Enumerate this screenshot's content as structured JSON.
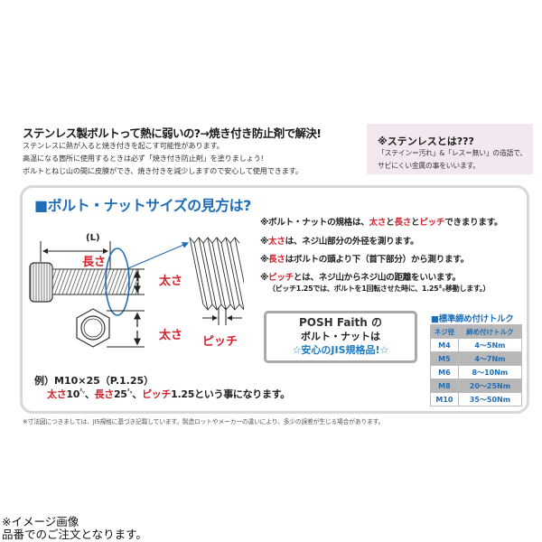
{
  "intro": {
    "title": "ステンレス製ボルトって熱に弱いの?→焼き付き防止剤で解決!",
    "lines": [
      "ステンレスに熱が入ると焼き付きを起こす可能性があります。",
      "高温になる箇所に使用するときは必ず「焼き付き防止剤」を塗りましょう!",
      "ボルトとねじ山の間に皮膜ができ、焼き付きを減少しますので安心して使用できます。"
    ]
  },
  "stainless_box": {
    "title": "※ステンレスとは???",
    "lines": [
      "「ステイン＝汚れ」&「レス＝無い」の造語で、",
      "サビにくい金属の事をいいます。"
    ]
  },
  "section": {
    "title": "■ボルト・ナットサイズの見方は?",
    "specs": [
      {
        "prefix": "※ボルト・ナットの規格は、",
        "r1": "太さ",
        "m1": "と",
        "r2": "長さ",
        "m2": "と",
        "r3": "ピッチ",
        "suffix": "できまります。"
      },
      {
        "prefix": "※",
        "r1": "太さ",
        "suffix": "は、ネジ山部分の外径を測ります。"
      },
      {
        "prefix": "※",
        "r1": "長さ",
        "suffix": "はボルトの頭より下（首下部分）から測ります。"
      },
      {
        "prefix": "※",
        "r1": "ピッチ",
        "suffix": "とは、ネジ山からネジ山の距離をいいます。"
      }
    ],
    "spec_note": "（ピッチ1.25では、ボルトを1回転させた時に、1.25㍉移動します。）"
  },
  "diagram": {
    "length_label": "(L)",
    "length_word": "長さ",
    "thickness_bolt": "太さ",
    "thickness_nut": "太さ",
    "pitch_label": "ピッチ",
    "colors": {
      "red": "#d3232d",
      "blue": "#1f6db5",
      "line": "#333333"
    }
  },
  "posh": {
    "line1": "POSH Faith の",
    "line2": "ボルト・ナットは",
    "line3": "☆安心のJIS規格品!☆"
  },
  "torque": {
    "title": "■標準締め付けトルク",
    "headers": [
      "ネジ径",
      "締め付けトルク"
    ],
    "rows": [
      {
        "size": "M4",
        "torque": "4～5Nm"
      },
      {
        "size": "M5",
        "torque": "4～7Nm"
      },
      {
        "size": "M6",
        "torque": "8～10Nm"
      },
      {
        "size": "M8",
        "torque": "20～25Nm"
      },
      {
        "size": "M10",
        "torque": "35～50Nm"
      }
    ]
  },
  "example": {
    "line1": "例）M10×25（P.1.25）",
    "thick_word": "太さ",
    "thick_val": "10",
    "unit": "㍉",
    "sep1": "、",
    "len_word": "長さ",
    "len_val": "25",
    "sep2": "、",
    "pitch_word": "ピッチ",
    "pitch_tail": "1.25という事になります。"
  },
  "footnote": "※寸法図につきましては、JIS規格に基づき記載しています。製造ロットやメーカーの違いにより、多少の誤差が生じる場合があります。",
  "caption": {
    "line1": "※イメージ画像",
    "line2": "品番でのご注文となります。"
  }
}
